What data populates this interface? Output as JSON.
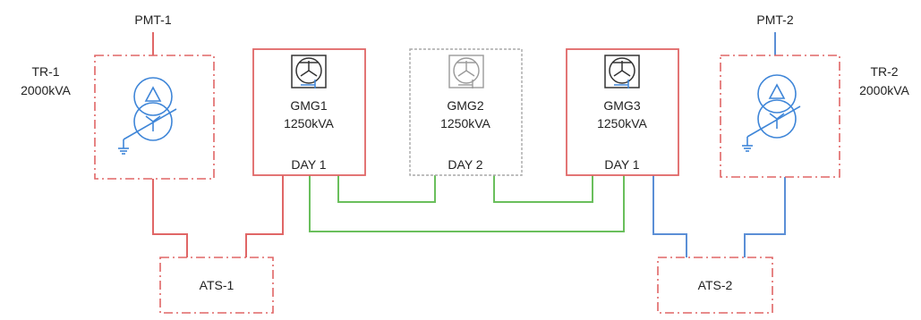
{
  "colors": {
    "red": "#e06666",
    "blue": "#5b8fd6",
    "green": "#6abf5c",
    "gray": "#a8a8a8",
    "text": "#222222",
    "icon_blue": "#3f86d8",
    "icon_dark": "#333333"
  },
  "pmt1": {
    "label": "PMT-1"
  },
  "pmt2": {
    "label": "PMT-2"
  },
  "tr1": {
    "name": "TR-1",
    "rating": "2000kVA"
  },
  "tr2": {
    "name": "TR-2",
    "rating": "2000kVA"
  },
  "gmg1": {
    "name": "GMG1",
    "rating": "1250kVA",
    "day": "DAY 1"
  },
  "gmg2": {
    "name": "GMG2",
    "rating": "1250kVA",
    "day": "DAY 2"
  },
  "gmg3": {
    "name": "GMG3",
    "rating": "1250kVA",
    "day": "DAY 1"
  },
  "ats1": {
    "label": "ATS-1"
  },
  "ats2": {
    "label": "ATS-2"
  }
}
